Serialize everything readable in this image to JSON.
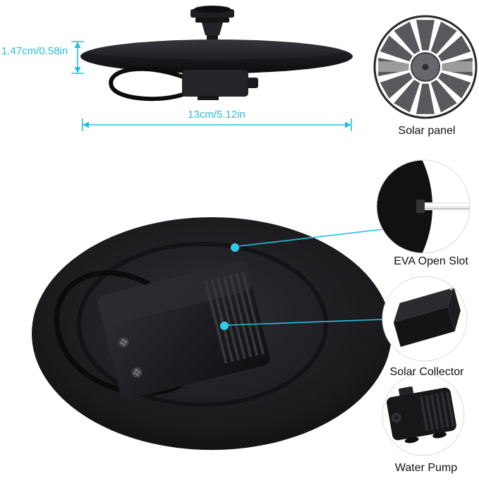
{
  "colors": {
    "accent": "#27bedd",
    "dot": "#2fcbe8",
    "product_black": "#1b1b1e",
    "label": "#111111",
    "bg": "#ffffff"
  },
  "annotations": {
    "height": "1.47cm/0.58in",
    "width": "13cm/5.12in"
  },
  "callouts": [
    {
      "id": "solar-panel",
      "label": "Solar panel"
    },
    {
      "id": "eva-open-slot",
      "label": "EVA Open Slot"
    },
    {
      "id": "solar-collector",
      "label": "Solar Collector"
    },
    {
      "id": "water-pump",
      "label": "Water Pump"
    }
  ]
}
